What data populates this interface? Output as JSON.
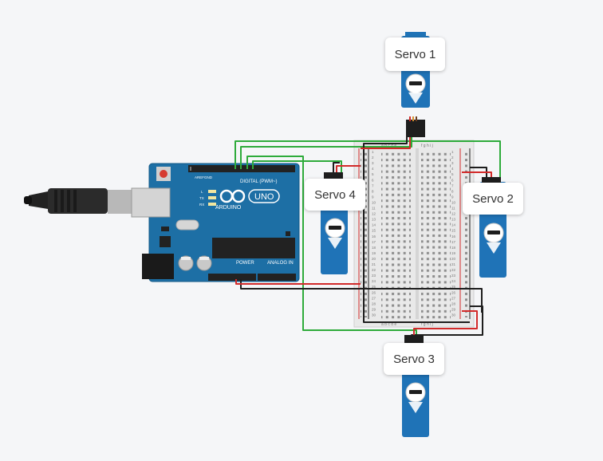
{
  "board": {
    "brand_text": "ARDUINO",
    "model_text": "UNO",
    "digital_header_text": "DIGITAL (PWM~)",
    "power_header_text": "POWER",
    "analog_header_text": "ANALOG IN",
    "tx_text": "TX",
    "rx_text": "RX",
    "l_text": "L",
    "aref_text": "AREF",
    "gnd_text": "GND"
  },
  "servos": [
    {
      "id": "servo-1",
      "label": "Servo 1"
    },
    {
      "id": "servo-2",
      "label": "Servo 2"
    },
    {
      "id": "servo-3",
      "label": "Servo 3"
    },
    {
      "id": "servo-4",
      "label": "Servo 4"
    }
  ],
  "breadboard": {
    "columns_left": "a b c d e",
    "columns_right": "f g h i j",
    "row_numbers": [
      "1",
      "2",
      "3",
      "4",
      "5",
      "6",
      "7",
      "8",
      "9",
      "10",
      "11",
      "12",
      "13",
      "14",
      "15",
      "16",
      "17",
      "18",
      "19",
      "20",
      "21",
      "22",
      "23",
      "24",
      "25",
      "26",
      "27",
      "28",
      "29",
      "30"
    ]
  },
  "colors": {
    "background": "#f5f6f8",
    "board": "#1d6fa5",
    "servo": "#1f73b7",
    "breadboard": "#e9e9e9",
    "wire_green": "#2eab3b",
    "wire_black": "#1e1e1e",
    "wire_red": "#d22a2a"
  }
}
